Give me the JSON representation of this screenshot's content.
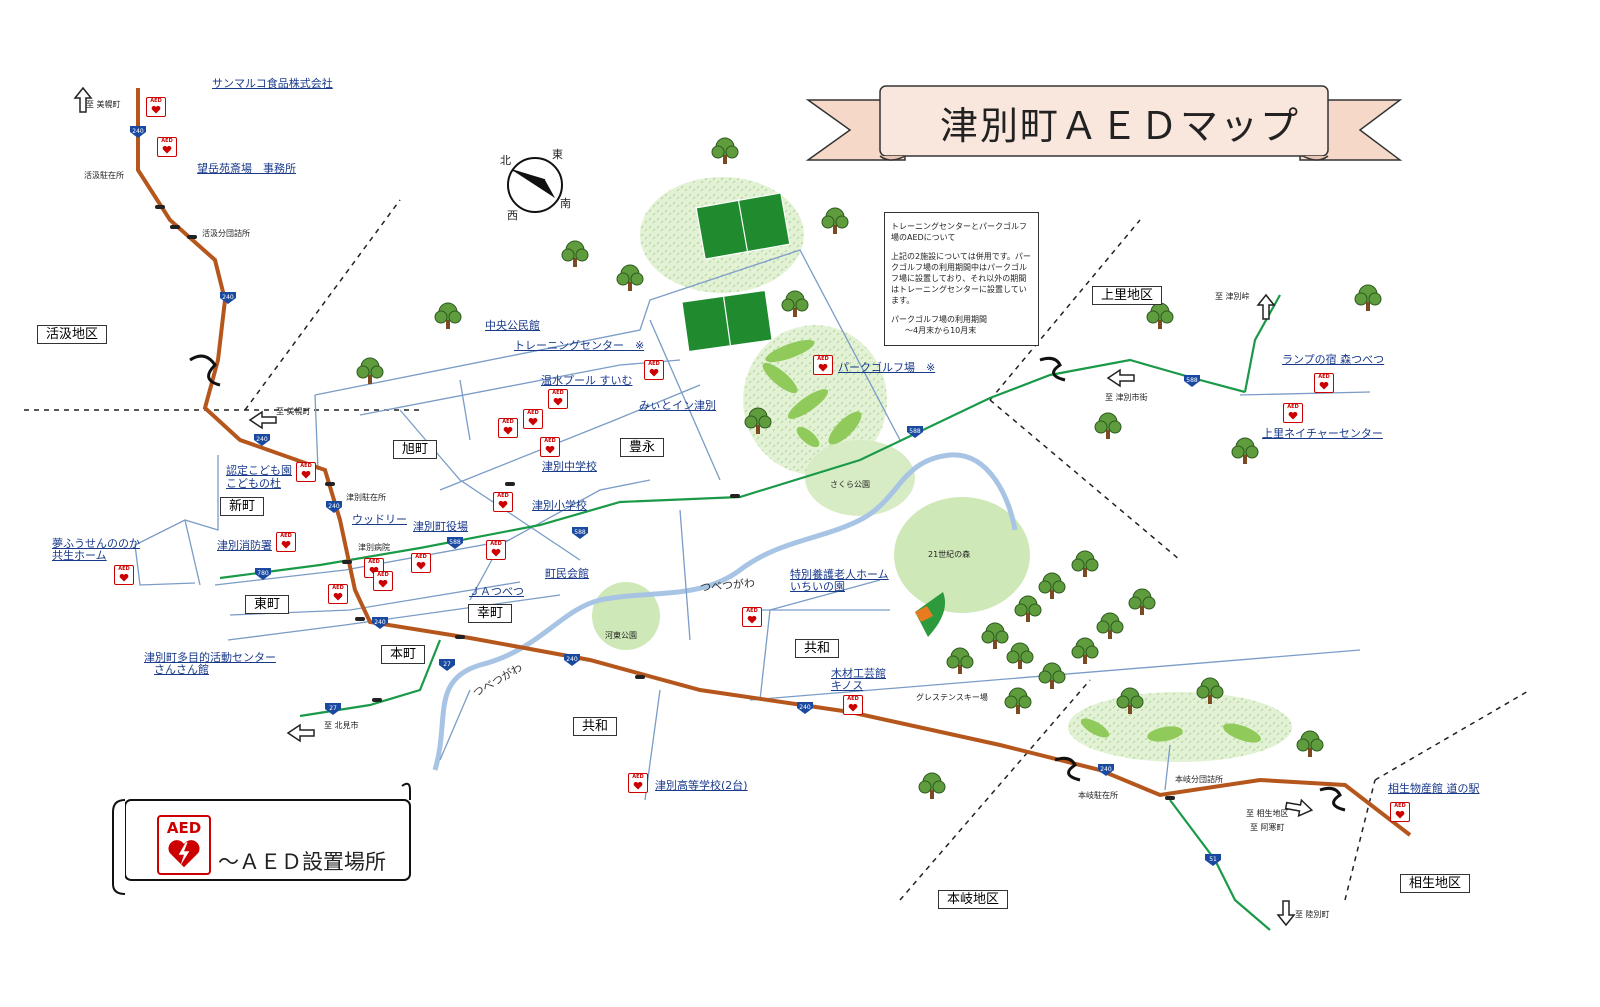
{
  "title": "津別町ＡＥＤマップ",
  "legend": {
    "label": "～ＡＥＤ設置場所",
    "icon_text": "AED",
    "icon": "aed-icon"
  },
  "compass": {
    "north": "北",
    "east": "東",
    "south": "南",
    "west": "西"
  },
  "note": {
    "heading": "トレーニングセンターとパークゴルフ場のAEDについて",
    "body": "上記の2施設については併用です。パークゴルフ場の利用期間中はパークゴルフ場に設置しており、それ以外の期間はトレーニングセンターに設置しています。",
    "period_label": "パークゴルフ場の利用期間",
    "period": "～4月末から10月末"
  },
  "districts": [
    "活汲地区",
    "上里地区",
    "本岐地区",
    "相生地区"
  ],
  "towns": [
    "旭町",
    "豊永",
    "新町",
    "東町",
    "幸町",
    "本町",
    "共和",
    "共和"
  ],
  "facilities": [
    "サンマルコ食品株式会社",
    "望岳苑斎場　事務所",
    "中央公民館",
    "トレーニングセンター　※",
    "温水プール すいむ",
    "みぃとイン津別",
    "パークゴルフ場　※",
    "認定こども園",
    "こどもの杜",
    "津別中学校",
    "津別小学校",
    "ウッドリー",
    "津別町役場",
    "夢ふうせんののか",
    "共生ホーム",
    "津別消防署",
    "町民会館",
    "ＪＡつべつ",
    "津別町多目的活動センター",
    "さんさん館",
    "特別養護老人ホーム",
    "いちいの園",
    "木材工芸館",
    "キノス",
    "津別高等学校(2台)",
    "ランプの宿 森つべつ",
    "上里ネイチャーセンター",
    "相生物産館 道の駅"
  ],
  "places": [
    "活汲駐在所",
    "活汲分団詰所",
    "津別駐在所",
    "津別病院",
    "さくら公園",
    "河東公園",
    "21世紀の森",
    "グレステンスキー場",
    "本岐駐在所",
    "本岐分団詰所"
  ],
  "directions": [
    "至 美幌町",
    "至 美幌町",
    "至 北見市",
    "至 津別峠",
    "至 津別市街",
    "至 相生地区",
    "至 阿寒町",
    "至 陸別町"
  ],
  "river": [
    "つべつがわ",
    "つべつがわ"
  ],
  "routes": [
    "240",
    "240",
    "240",
    "240",
    "240",
    "240",
    "240",
    "240",
    "27",
    "27",
    "588",
    "588",
    "588",
    "588",
    "51",
    "780"
  ],
  "colors": {
    "national_road": "#b5571c",
    "pref_road": "#1a9a48",
    "local_road": "#7a9cc6",
    "river": "#a8c4e4",
    "park": "#cfe8b8",
    "aed": "#cc0000"
  }
}
